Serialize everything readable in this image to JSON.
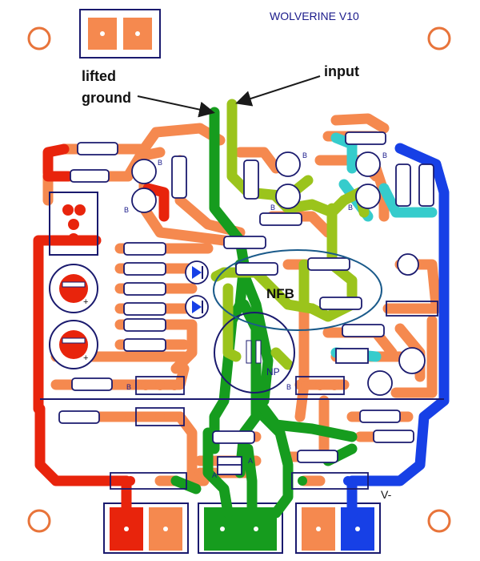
{
  "board": {
    "title": "WOLVERINE V10",
    "annotations": {
      "lifted_ground_line1": "lifted",
      "lifted_ground_line2": "ground",
      "input": "input",
      "nfb": "NFB",
      "np": "NP",
      "v_minus": "V-"
    },
    "component_marks": {
      "b1": "B",
      "b2": "B",
      "b3": "B",
      "b4": "B",
      "b5": "B",
      "b6": "B",
      "b7": "B",
      "b8": "B",
      "a1": "A",
      "a2": "A",
      "plus1": "+",
      "plus2": "+"
    }
  },
  "colors": {
    "copper": "#f5894f",
    "red_rail": "#e8240c",
    "green_ground": "#169c1e",
    "lime_signal": "#9bc41c",
    "cyan": "#36cccc",
    "blue_rail": "#1740e6",
    "outline": "#1a1a6e"
  }
}
